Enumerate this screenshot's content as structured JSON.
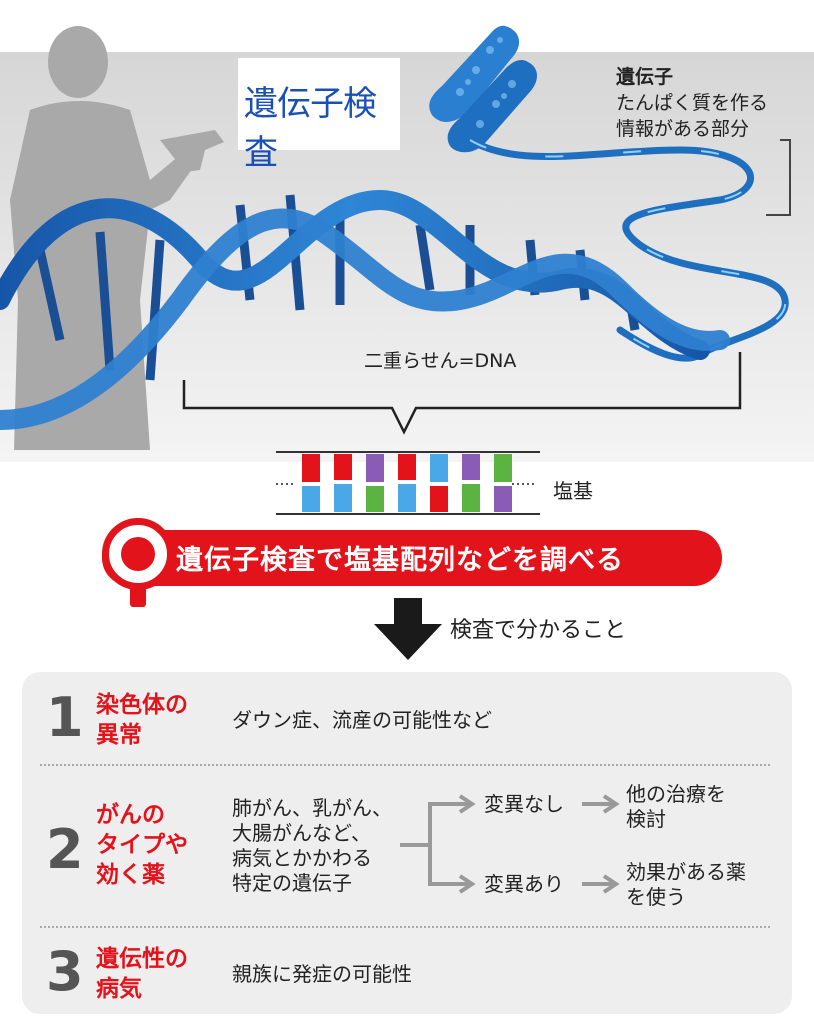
{
  "title": "遺伝子検査",
  "gene": {
    "label": "遺伝子",
    "description_lines": [
      "たんぱく質を作る",
      "情報がある部分"
    ]
  },
  "dna_label": "二重らせん=DNA",
  "base_label": "塩基",
  "banner": "遺伝子検査で塩基配列などを調べる",
  "arrow_caption": "検査で分かること",
  "colors": {
    "brand_red": "#e3131b",
    "dna_blue": "#1f6fc0",
    "base_red": "#e3131b",
    "base_blue": "#4aa8e6",
    "base_purple": "#8a5cb6",
    "base_green": "#5db341"
  },
  "results": [
    {
      "number": "1",
      "category_lines": [
        "染色体の",
        "異常"
      ],
      "description": "ダウン症、流産の可能性など"
    },
    {
      "number": "2",
      "category_lines": [
        "がんの",
        "タイプや",
        "効く薬"
      ],
      "description_lines": [
        "肺がん、乳がん、",
        "大腸がんなど、",
        "病気とかかわる",
        "特定の遺伝子"
      ],
      "branches": [
        {
          "condition": "変異なし",
          "outcome_lines": [
            "他の治療を",
            "検討"
          ]
        },
        {
          "condition": "変異あり",
          "outcome_lines": [
            "効果がある薬",
            "を使う"
          ]
        }
      ]
    },
    {
      "number": "3",
      "category_lines": [
        "遺伝性の",
        "病気"
      ],
      "description": "親族に発症の可能性"
    }
  ]
}
